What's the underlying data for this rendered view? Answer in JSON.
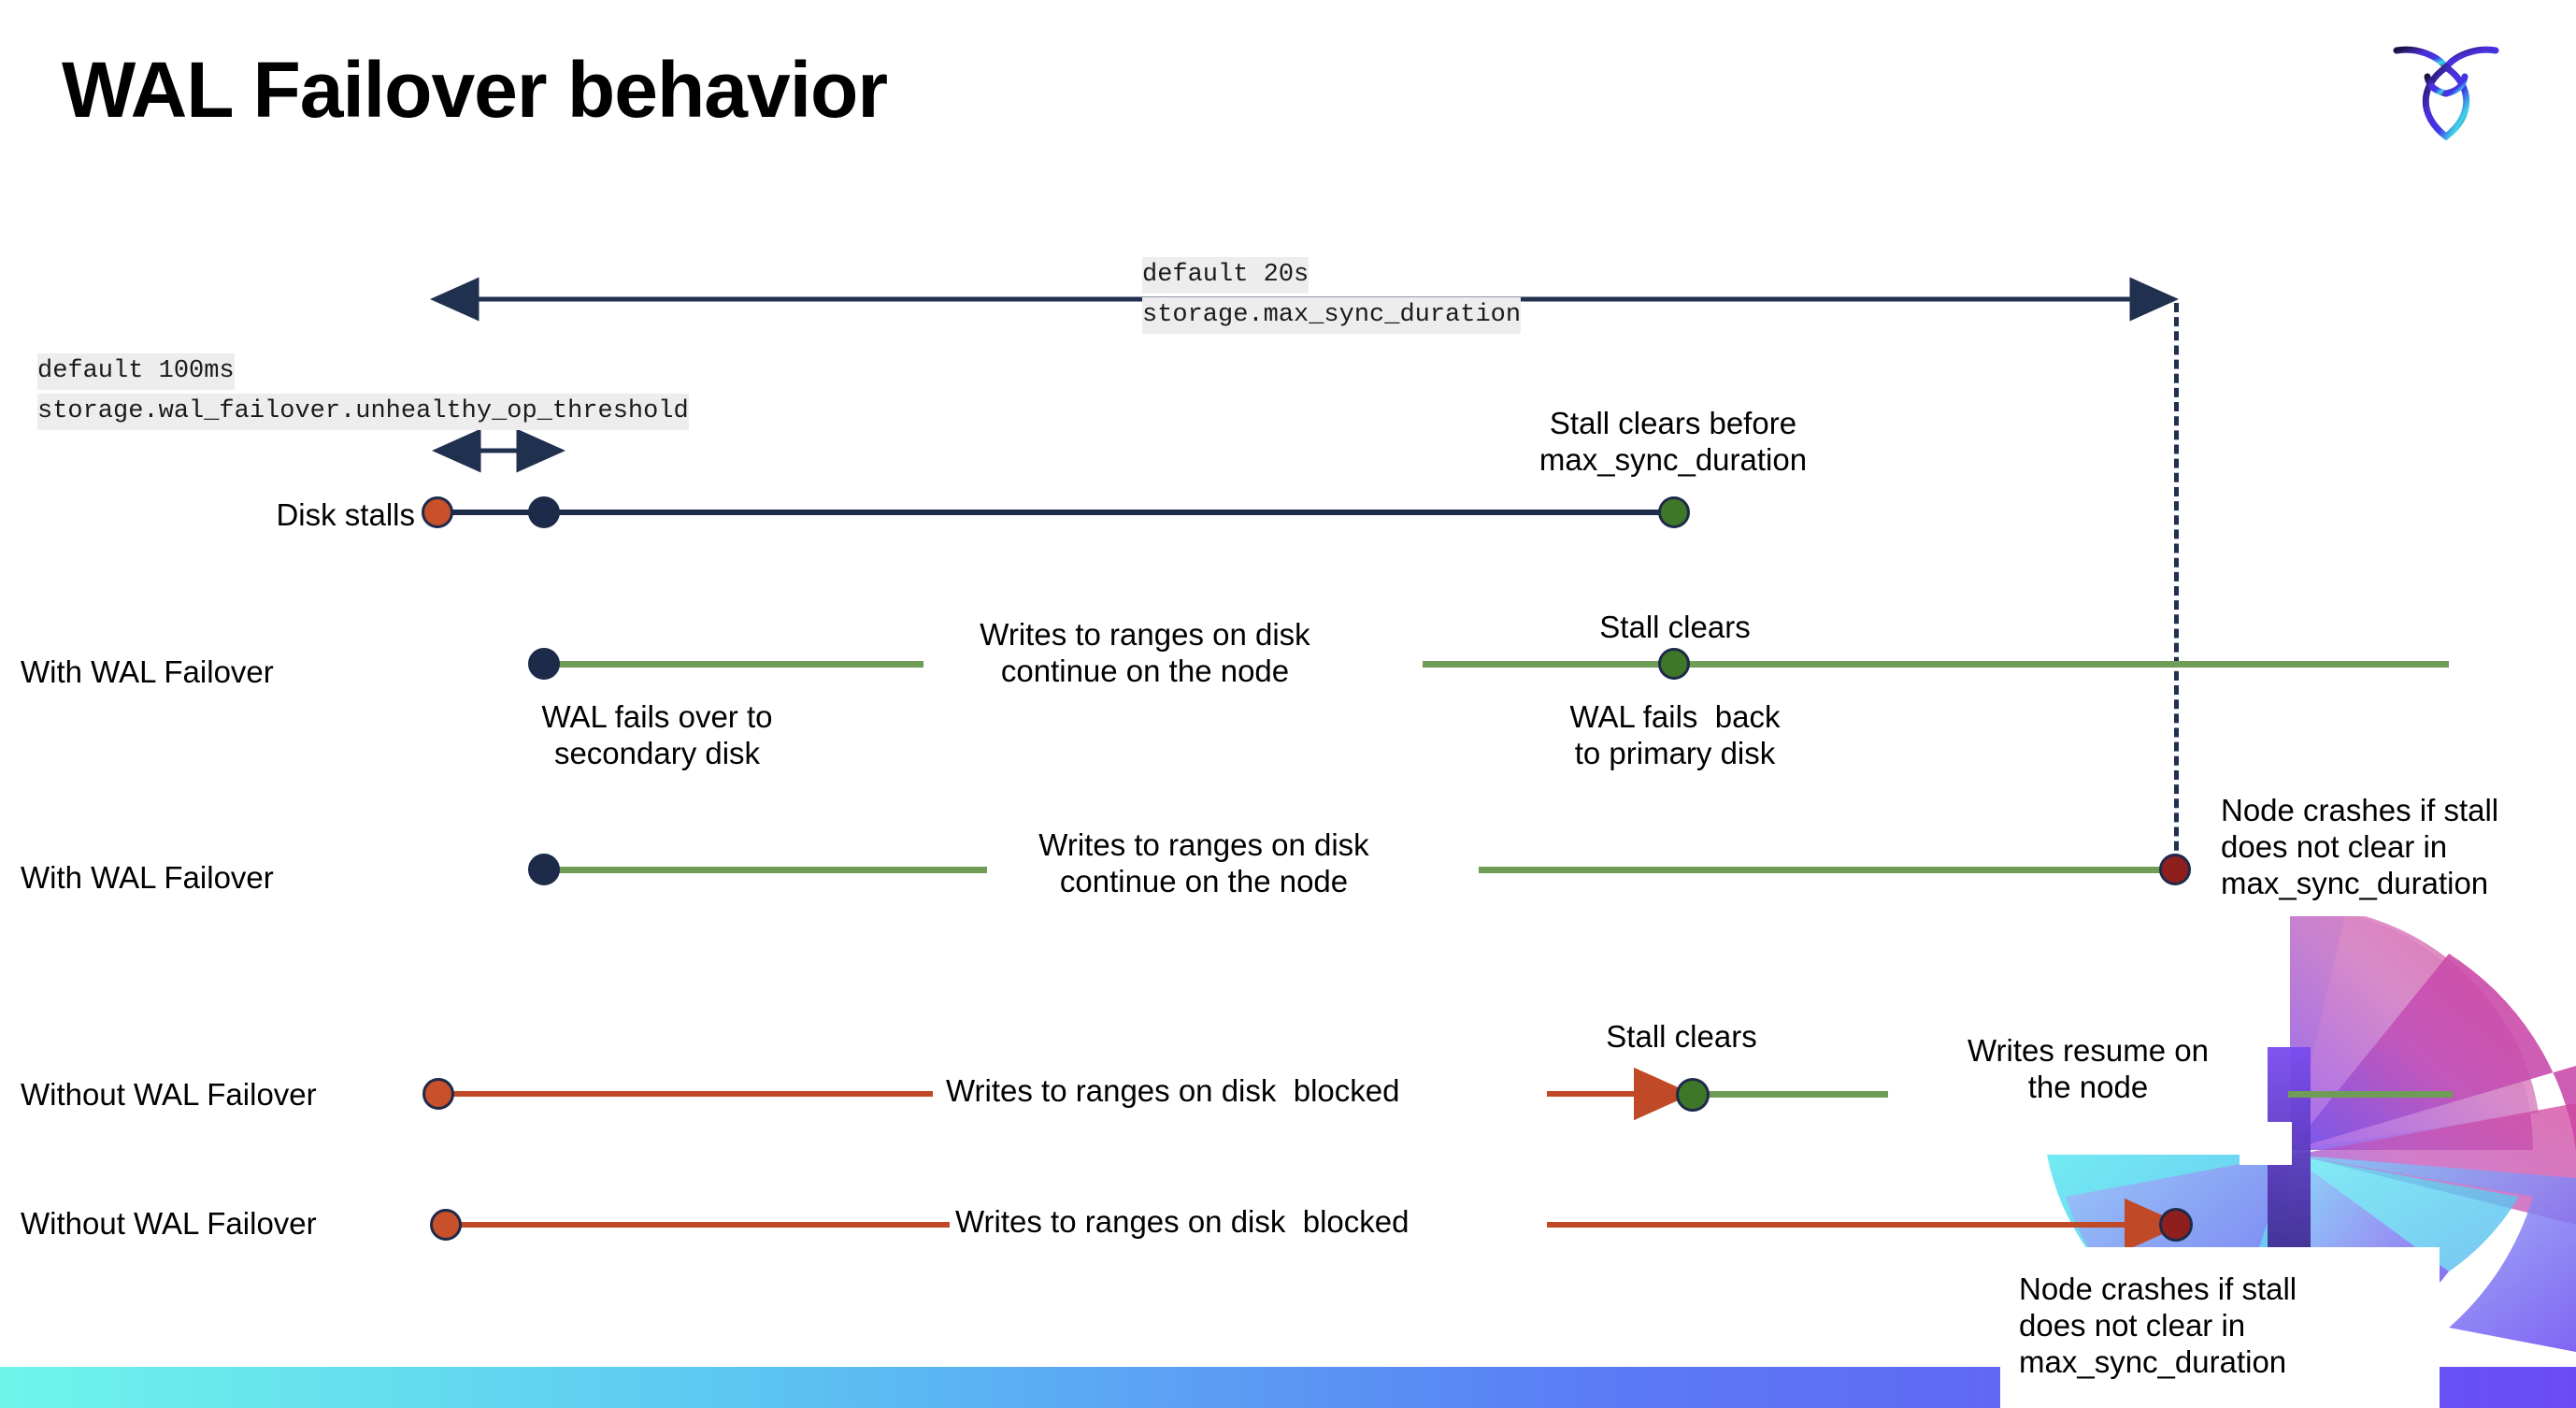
{
  "slide": {
    "title": "WAL Failover behavior",
    "logo_name": "cockroachdb-logo"
  },
  "annotations": {
    "max_sync": {
      "line1": "default 20s",
      "line2": "storage.max_sync_duration"
    },
    "unhealthy": {
      "line1": "default 100ms",
      "line2": "storage.wal_failover.unhealthy_op_threshold"
    }
  },
  "rows": [
    {
      "id": "disk-stalls",
      "label": "Disk stalls",
      "notes": [
        {
          "id": "stall-clears-before",
          "text": "Stall clears before\nmax_sync_duration"
        }
      ],
      "markers": [
        "stall-start-orange",
        "failover-navy",
        "stall-clear-green"
      ]
    },
    {
      "id": "with-wal-failover-1",
      "label": "With WAL Failover",
      "notes": [
        {
          "id": "writes-continue",
          "text": "Writes to ranges on disk\ncontinue on the node"
        },
        {
          "id": "wal-fails-over",
          "text": "WAL fails over to\nsecondary disk"
        },
        {
          "id": "stall-clears",
          "text": "Stall clears"
        },
        {
          "id": "wal-fails-back",
          "text": "WAL fails  back\nto primary disk"
        }
      ],
      "markers": [
        "failover-navy",
        "stall-clear-green"
      ]
    },
    {
      "id": "with-wal-failover-2",
      "label": "With WAL Failover",
      "notes": [
        {
          "id": "writes-continue",
          "text": "Writes to ranges on disk\ncontinue on the node"
        },
        {
          "id": "node-crashes",
          "text": "Node crashes if stall\ndoes not clear in\nmax_sync_duration"
        }
      ],
      "markers": [
        "failover-navy",
        "node-crash-red"
      ]
    },
    {
      "id": "without-wal-failover-1",
      "label": "Without WAL Failover",
      "notes": [
        {
          "id": "writes-blocked",
          "text": "Writes to ranges on disk  blocked"
        },
        {
          "id": "stall-clears",
          "text": "Stall clears"
        },
        {
          "id": "writes-resume",
          "text": "Writes resume on\nthe node"
        }
      ],
      "markers": [
        "stall-start-orange",
        "stall-clear-green"
      ]
    },
    {
      "id": "without-wal-failover-2",
      "label": "Without WAL Failover",
      "notes": [
        {
          "id": "writes-blocked",
          "text": "Writes to ranges on disk  blocked"
        },
        {
          "id": "node-crashes",
          "text": "Node crashes if stall\ndoes not clear in\nmax_sync_duration"
        }
      ],
      "markers": [
        "stall-start-orange",
        "node-crash-red"
      ]
    }
  ],
  "labels": {
    "disk_stalls": "Disk stalls",
    "with_wal_failover_a": "With WAL Failover",
    "with_wal_failover_b": "With WAL Failover",
    "without_wal_failover_a": "Without WAL Failover",
    "without_wal_failover_b": "Without WAL Failover",
    "stall_clears_before": "Stall clears before\nmax_sync_duration",
    "writes_continue_a": "Writes to ranges on disk\ncontinue on the node",
    "writes_continue_b": "Writes to ranges on disk\ncontinue on the node",
    "wal_fails_over": "WAL fails over to\nsecondary disk",
    "stall_clears_a": "Stall clears",
    "wal_fails_back": "WAL fails  back\nto primary disk",
    "node_crashes_a": "Node crashes if stall\ndoes not clear in\nmax_sync_duration",
    "writes_blocked_a": "Writes to ranges on disk  blocked",
    "stall_clears_b": "Stall clears",
    "writes_resume": "Writes resume on\nthe node",
    "writes_blocked_b": "Writes to ranges on disk  blocked",
    "node_crashes_b": "Node crashes if stall\ndoes not clear in\nmax_sync_duration"
  },
  "colors": {
    "navy": "#1E2A4A",
    "green_line": "#6F9D58",
    "green_dot": "#3E7728",
    "orange_line": "#C04A28",
    "orange_dot": "#C8502B",
    "red_dot": "#8E1F1C",
    "code_bg": "#EDEDED",
    "bottom_bar_from": "#6FF5EA",
    "bottom_bar_to": "#6B4BF5"
  }
}
